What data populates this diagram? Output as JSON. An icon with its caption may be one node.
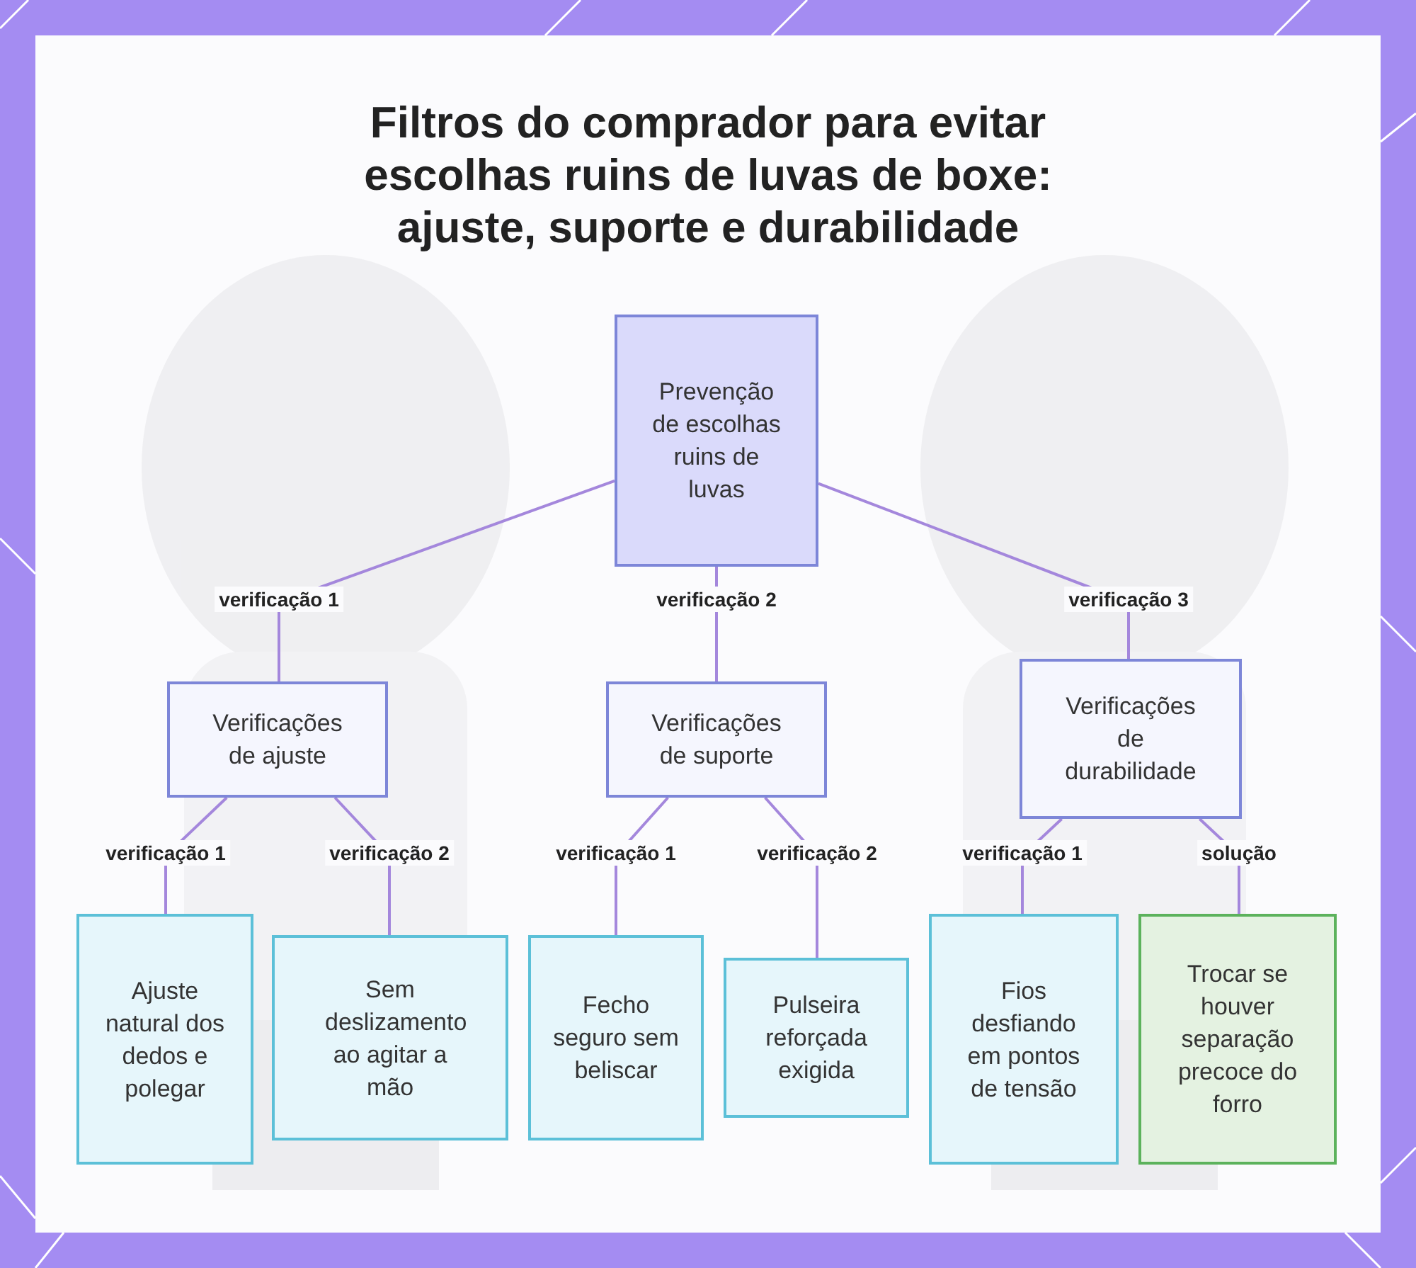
{
  "diagram": {
    "title": "Filtros do comprador para evitar escolhas ruins de luvas de boxe: ajuste, suporte e durabilidade",
    "nodes": [
      {
        "text": [
          "Prevenção de escolhas ruins de luvas"
        ]
      },
      {
        "text": [
          "Verificações de ajuste"
        ]
      },
      {
        "text": [
          "Verificações de suporte"
        ]
      },
      {
        "text": [
          "Verificações de durabilidade"
        ]
      },
      {
        "text": [
          "Ajuste natural dos dedos e polegar"
        ]
      },
      {
        "text": [
          "Sem deslizamento ao agitar a mão"
        ]
      },
      {
        "text": [
          "Fecho seguro sem beliscar"
        ]
      },
      {
        "text": [
          "Pulseira reforçada exigida"
        ]
      },
      {
        "text": [
          "Fios desfiando em pontos de tensão"
        ]
      },
      {
        "text": [
          "Trocar se houver separação precoce do forro"
        ]
      }
    ],
    "edges": [
      {
        "from": 0,
        "to": 1,
        "arrow": "none",
        "label": "verificação 1"
      },
      {
        "from": 0,
        "to": 2,
        "arrow": "none",
        "label": "verificação 2"
      },
      {
        "from": 0,
        "to": 3,
        "arrow": "none",
        "label": "verificação 3"
      },
      {
        "from": 1,
        "to": 4,
        "arrow": "none",
        "label": "verificação 1"
      },
      {
        "from": 1,
        "to": 5,
        "arrow": "none",
        "label": "verificação 2"
      },
      {
        "from": 2,
        "to": 6,
        "arrow": "none",
        "label": "verificação 1"
      },
      {
        "from": 2,
        "to": 7,
        "arrow": "none",
        "label": "verificação 2"
      },
      {
        "from": 3,
        "to": 8,
        "arrow": "none",
        "label": "verificação 1"
      },
      {
        "from": 3,
        "to": 9,
        "arrow": "none",
        "label": "solução"
      }
    ]
  }
}
